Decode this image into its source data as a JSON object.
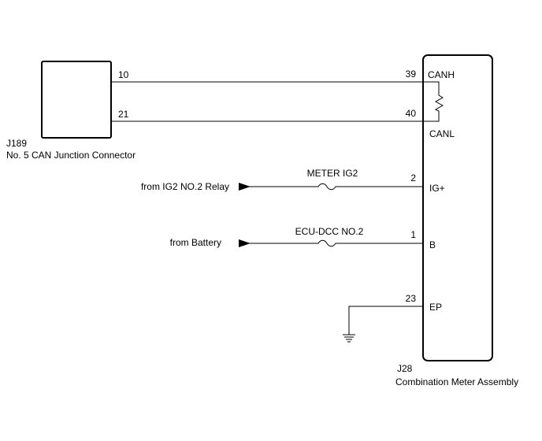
{
  "junction_connector": {
    "id": "J189",
    "name": "No. 5 CAN Junction Connector",
    "pin_canh": "10",
    "pin_canl": "21"
  },
  "meter": {
    "id": "J28",
    "name": "Combination Meter Assembly",
    "pins": {
      "canh": "39",
      "canl": "40",
      "ig": "2",
      "b": "1",
      "ep": "23"
    },
    "terminals": {
      "canh": "CANH",
      "canl": "CANL",
      "ig": "IG+",
      "b": "B",
      "ep": "EP"
    }
  },
  "sources": {
    "ig_relay": "from IG2 NO.2 Relay",
    "battery": "from Battery"
  },
  "fuses": {
    "meter_ig2": "METER IG2",
    "ecu_dcc": "ECU-DCC NO.2"
  }
}
